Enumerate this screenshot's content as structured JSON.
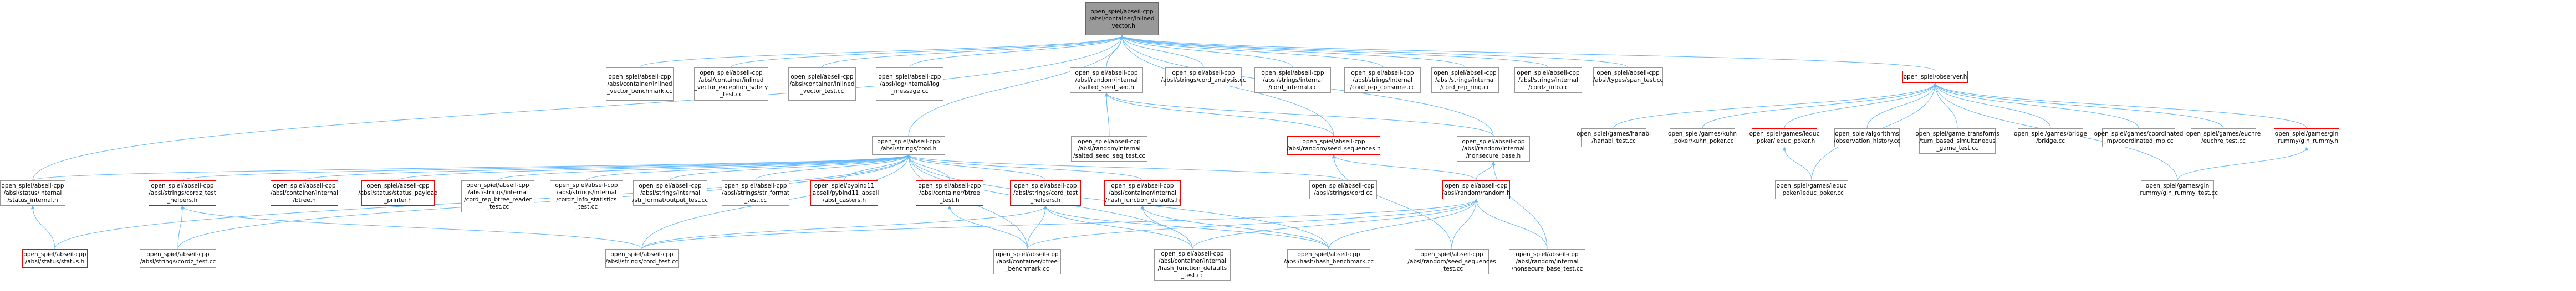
{
  "graph": {
    "colors": {
      "edge": "#63b8ff",
      "box_border": "#999999",
      "box_highlight_border": "#ff0000",
      "root_fill": "#999999"
    },
    "nodes": [
      {
        "id": "n0",
        "lines": [
          "open_spiel/abseil-cpp",
          "/absl/container/inlined",
          "_vector.h"
        ],
        "style": "root"
      },
      {
        "id": "n1",
        "lines": [
          "open_spiel/abseil-cpp",
          "/absl/container/inlined",
          "_vector_benchmark.cc"
        ]
      },
      {
        "id": "n2",
        "lines": [
          "open_spiel/abseil-cpp",
          "/absl/container/inlined",
          "_vector_exception_safety",
          "_test.cc"
        ]
      },
      {
        "id": "n3",
        "lines": [
          "open_spiel/abseil-cpp",
          "/absl/container/inlined",
          "_vector_test.cc"
        ]
      },
      {
        "id": "n4",
        "lines": [
          "open_spiel/abseil-cpp",
          "/absl/log/internal/log",
          "_message.cc"
        ]
      },
      {
        "id": "n5",
        "lines": [
          "open_spiel/abseil-cpp",
          "/absl/random/internal",
          "/salted_seed_seq.h"
        ]
      },
      {
        "id": "n6",
        "lines": [
          "open_spiel/abseil-cpp",
          "/absl/strings/cord_analysis.cc"
        ]
      },
      {
        "id": "n7",
        "lines": [
          "open_spiel/abseil-cpp",
          "/absl/strings/internal",
          "/cord_internal.cc"
        ]
      },
      {
        "id": "n8",
        "lines": [
          "open_spiel/abseil-cpp",
          "/absl/strings/internal",
          "/cord_rep_consume.cc"
        ]
      },
      {
        "id": "n9",
        "lines": [
          "open_spiel/abseil-cpp",
          "/absl/strings/internal",
          "/cord_rep_ring.cc"
        ]
      },
      {
        "id": "n10",
        "lines": [
          "open_spiel/abseil-cpp",
          "/absl/strings/internal",
          "/cordz_info.cc"
        ]
      },
      {
        "id": "n11",
        "lines": [
          "open_spiel/abseil-cpp",
          "/absl/types/span_test.cc"
        ]
      },
      {
        "id": "n12",
        "lines": [
          "open_spiel/observer.h"
        ],
        "style": "red"
      },
      {
        "id": "n13",
        "lines": [
          "open_spiel/abseil-cpp",
          "/absl/strings/cord.h"
        ]
      },
      {
        "id": "n14",
        "lines": [
          "open_spiel/abseil-cpp",
          "/absl/random/internal",
          "/salted_seed_seq_test.cc"
        ]
      },
      {
        "id": "n15",
        "lines": [
          "open_spiel/abseil-cpp",
          "/absl/random/seed_sequences.h"
        ],
        "style": "red"
      },
      {
        "id": "n16",
        "lines": [
          "open_spiel/abseil-cpp",
          "/absl/random/internal",
          "/nonsecure_base.h"
        ]
      },
      {
        "id": "n17",
        "lines": [
          "open_spiel/games/hanabi",
          "/hanabi_test.cc"
        ]
      },
      {
        "id": "n18",
        "lines": [
          "open_spiel/games/kuhn",
          "_poker/kuhn_poker.cc"
        ]
      },
      {
        "id": "n19",
        "lines": [
          "open_spiel/games/leduc",
          "_poker/leduc_poker.h"
        ],
        "style": "red"
      },
      {
        "id": "n20",
        "lines": [
          "open_spiel/algorithms",
          "/observation_history.cc"
        ]
      },
      {
        "id": "n21",
        "lines": [
          "open_spiel/game_transforms",
          "/turn_based_simultaneous",
          "_game_test.cc"
        ]
      },
      {
        "id": "n22",
        "lines": [
          "open_spiel/games/bridge",
          "/bridge.cc"
        ]
      },
      {
        "id": "n23",
        "lines": [
          "open_spiel/games/coordinated",
          "_mp/coordinated_mp.cc"
        ]
      },
      {
        "id": "n24",
        "lines": [
          "open_spiel/games/euchre",
          "/euchre_test.cc"
        ]
      },
      {
        "id": "n25",
        "lines": [
          "open_spiel/games/gin",
          "_rummy/gin_rummy.h"
        ],
        "style": "red"
      },
      {
        "id": "n26",
        "lines": [
          "open_spiel/abseil-cpp",
          "/absl/status/internal",
          "/status_internal.h"
        ]
      },
      {
        "id": "n27",
        "lines": [
          "open_spiel/abseil-cpp",
          "/absl/strings/cordz_test",
          "_helpers.h"
        ],
        "style": "red"
      },
      {
        "id": "n28",
        "lines": [
          "open_spiel/abseil-cpp",
          "/absl/container/internal",
          "/btree.h"
        ],
        "style": "red"
      },
      {
        "id": "n29",
        "lines": [
          "open_spiel/abseil-cpp",
          "/absl/status/status_payload",
          "_printer.h"
        ],
        "style": "red"
      },
      {
        "id": "n30",
        "lines": [
          "open_spiel/abseil-cpp",
          "/absl/strings/internal",
          "/cord_rep_btree_reader",
          "_test.cc"
        ]
      },
      {
        "id": "n31",
        "lines": [
          "open_spiel/abseil-cpp",
          "/absl/strings/internal",
          "/cordz_info_statistics",
          "_test.cc"
        ]
      },
      {
        "id": "n32",
        "lines": [
          "open_spiel/abseil-cpp",
          "/absl/strings/internal",
          "/str_format/output_test.cc"
        ]
      },
      {
        "id": "n33",
        "lines": [
          "open_spiel/abseil-cpp",
          "/absl/strings/str_format",
          "_test.cc"
        ]
      },
      {
        "id": "n34",
        "lines": [
          "open_spiel/pybind11",
          "_abseil/pybind11_abseil",
          "/absl_casters.h"
        ],
        "style": "red"
      },
      {
        "id": "n35",
        "lines": [
          "open_spiel/abseil-cpp",
          "/absl/container/btree",
          "_test.h"
        ],
        "style": "red"
      },
      {
        "id": "n36",
        "lines": [
          "open_spiel/abseil-cpp",
          "/absl/strings/cord_test",
          "_helpers.h"
        ],
        "style": "red"
      },
      {
        "id": "n37",
        "lines": [
          "open_spiel/abseil-cpp",
          "/absl/container/internal",
          "/hash_function_defaults.h"
        ],
        "style": "red"
      },
      {
        "id": "n38",
        "lines": [
          "open_spiel/abseil-cpp",
          "/absl/strings/cord.cc"
        ]
      },
      {
        "id": "n39",
        "lines": [
          "open_spiel/abseil-cpp",
          "/absl/random/random.h"
        ],
        "style": "red"
      },
      {
        "id": "n40",
        "lines": [
          "open_spiel/games/leduc",
          "_poker/leduc_poker.cc"
        ]
      },
      {
        "id": "n41",
        "lines": [
          "open_spiel/games/gin",
          "_rummy/gin_rummy_test.cc"
        ]
      },
      {
        "id": "n42",
        "lines": [
          "open_spiel/abseil-cpp",
          "/absl/status/status.h"
        ],
        "style": "red"
      },
      {
        "id": "n43",
        "lines": [
          "open_spiel/abseil-cpp",
          "/absl/strings/cordz_test.cc"
        ]
      },
      {
        "id": "n44",
        "lines": [
          "open_spiel/abseil-cpp",
          "/absl/strings/cord_test.cc"
        ]
      },
      {
        "id": "n45",
        "lines": [
          "open_spiel/abseil-cpp",
          "/absl/container/btree",
          "_benchmark.cc"
        ]
      },
      {
        "id": "n46",
        "lines": [
          "open_spiel/abseil-cpp",
          "/absl/container/internal",
          "/hash_function_defaults",
          "_test.cc"
        ]
      },
      {
        "id": "n47",
        "lines": [
          "open_spiel/abseil-cpp",
          "/absl/hash/hash_benchmark.cc"
        ]
      },
      {
        "id": "n48",
        "lines": [
          "open_spiel/abseil-cpp",
          "/absl/random/seed_sequences",
          "_test.cc"
        ]
      },
      {
        "id": "n49",
        "lines": [
          "open_spiel/abseil-cpp",
          "/absl/random/internal",
          "/nonsecure_base_test.cc"
        ]
      }
    ],
    "edges": [
      [
        "n0",
        "n1"
      ],
      [
        "n0",
        "n2"
      ],
      [
        "n0",
        "n3"
      ],
      [
        "n0",
        "n4"
      ],
      [
        "n0",
        "n5"
      ],
      [
        "n0",
        "n6"
      ],
      [
        "n0",
        "n7"
      ],
      [
        "n0",
        "n8"
      ],
      [
        "n0",
        "n9"
      ],
      [
        "n0",
        "n10"
      ],
      [
        "n0",
        "n11"
      ],
      [
        "n0",
        "n12"
      ],
      [
        "n0",
        "n13"
      ],
      [
        "n0",
        "n16"
      ],
      [
        "n0",
        "n26"
      ],
      [
        "n0",
        "n15"
      ],
      [
        "n5",
        "n14"
      ],
      [
        "n5",
        "n15"
      ],
      [
        "n5",
        "n16"
      ],
      [
        "n12",
        "n17"
      ],
      [
        "n12",
        "n18"
      ],
      [
        "n12",
        "n19"
      ],
      [
        "n12",
        "n20"
      ],
      [
        "n12",
        "n21"
      ],
      [
        "n12",
        "n22"
      ],
      [
        "n12",
        "n23"
      ],
      [
        "n12",
        "n24"
      ],
      [
        "n12",
        "n25"
      ],
      [
        "n12",
        "n40"
      ],
      [
        "n12",
        "n41"
      ],
      [
        "n13",
        "n26"
      ],
      [
        "n13",
        "n27"
      ],
      [
        "n13",
        "n28"
      ],
      [
        "n13",
        "n29"
      ],
      [
        "n13",
        "n30"
      ],
      [
        "n13",
        "n31"
      ],
      [
        "n13",
        "n32"
      ],
      [
        "n13",
        "n33"
      ],
      [
        "n13",
        "n34"
      ],
      [
        "n13",
        "n35"
      ],
      [
        "n13",
        "n36"
      ],
      [
        "n13",
        "n37"
      ],
      [
        "n13",
        "n38"
      ],
      [
        "n13",
        "n42"
      ],
      [
        "n13",
        "n43"
      ],
      [
        "n13",
        "n44"
      ],
      [
        "n13",
        "n45"
      ],
      [
        "n13",
        "n46"
      ],
      [
        "n13",
        "n47"
      ],
      [
        "n15",
        "n39"
      ],
      [
        "n15",
        "n48"
      ],
      [
        "n16",
        "n39"
      ],
      [
        "n16",
        "n49"
      ],
      [
        "n19",
        "n40"
      ],
      [
        "n25",
        "n41"
      ],
      [
        "n26",
        "n42"
      ],
      [
        "n27",
        "n43"
      ],
      [
        "n27",
        "n44"
      ],
      [
        "n35",
        "n45"
      ],
      [
        "n36",
        "n44"
      ],
      [
        "n36",
        "n45"
      ],
      [
        "n36",
        "n46"
      ],
      [
        "n36",
        "n47"
      ],
      [
        "n37",
        "n46"
      ],
      [
        "n37",
        "n47"
      ],
      [
        "n39",
        "n44"
      ],
      [
        "n39",
        "n45"
      ],
      [
        "n39",
        "n46"
      ],
      [
        "n39",
        "n47"
      ],
      [
        "n39",
        "n48"
      ],
      [
        "n39",
        "n49"
      ]
    ]
  }
}
